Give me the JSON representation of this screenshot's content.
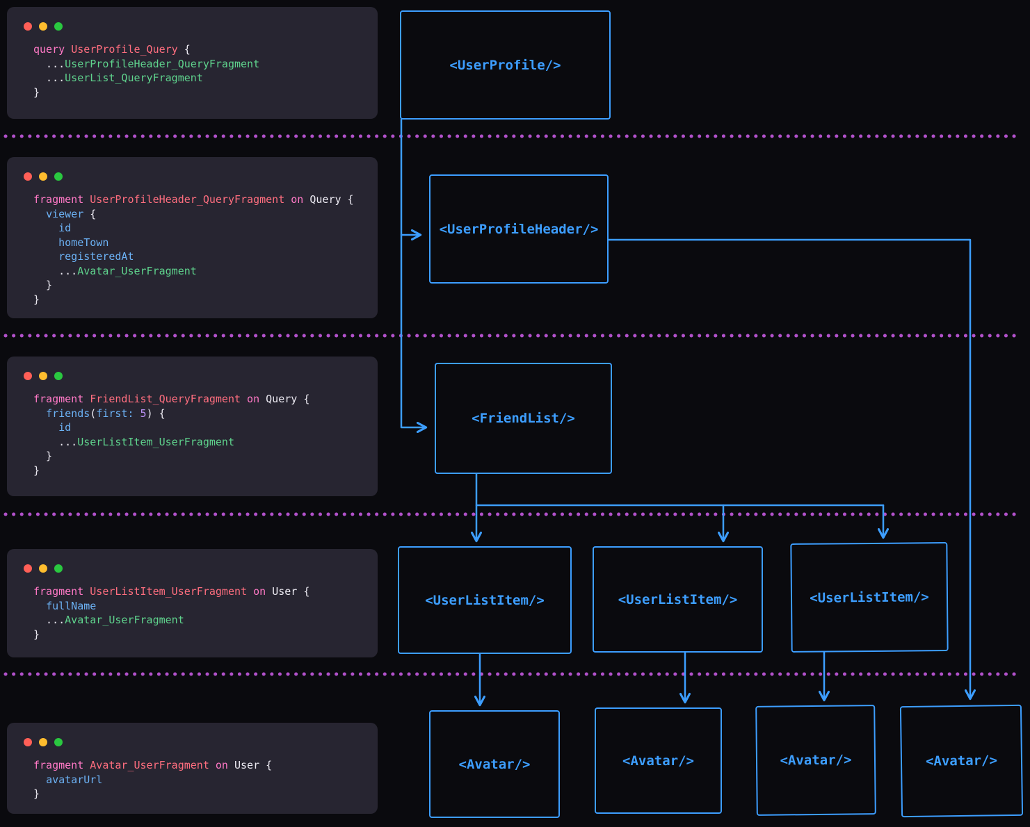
{
  "theme": {
    "background": "#0a0a0e",
    "panel_bg": "#272531",
    "panel_text": "#eceaf2",
    "accent_blue": "#3d9eff",
    "divider": "#b251cb",
    "traffic_red": "#ff5f57",
    "traffic_yellow": "#ffbd2e",
    "traffic_green": "#2ac840",
    "tok_kw": "#ff79c6",
    "tok_def": "#ff6e7f",
    "tok_spread": "#5fd38d",
    "tok_field": "#6cb2f5",
    "tok_type": "#eceaf2",
    "tok_pn": "#eceaf2",
    "tok_num": "#bd93f9"
  },
  "icons": {
    "window_controls": [
      "traffic-light-red",
      "traffic-light-yellow",
      "traffic-light-green"
    ]
  },
  "code_panels": [
    {
      "name": "UserProfile_Query",
      "lines": [
        [
          {
            "t": "query ",
            "c": "kw"
          },
          {
            "t": "UserProfile_Query",
            "c": "def"
          },
          {
            "t": " {",
            "c": "pn"
          }
        ],
        [
          {
            "t": "  ...",
            "c": "pn"
          },
          {
            "t": "UserProfileHeader_QueryFragment",
            "c": "spread"
          }
        ],
        [
          {
            "t": "  ...",
            "c": "pn"
          },
          {
            "t": "UserList_QueryFragment",
            "c": "spread"
          }
        ],
        [
          {
            "t": "}",
            "c": "pn"
          }
        ]
      ]
    },
    {
      "name": "UserProfileHeader_QueryFragment",
      "lines": [
        [
          {
            "t": "fragment ",
            "c": "kw"
          },
          {
            "t": "UserProfileHeader_QueryFragment",
            "c": "def"
          },
          {
            "t": " on ",
            "c": "kw"
          },
          {
            "t": "Query",
            "c": "type"
          },
          {
            "t": " {",
            "c": "pn"
          }
        ],
        [
          {
            "t": "  ",
            "c": "pn"
          },
          {
            "t": "viewer",
            "c": "field"
          },
          {
            "t": " {",
            "c": "pn"
          }
        ],
        [
          {
            "t": "    ",
            "c": "pn"
          },
          {
            "t": "id",
            "c": "field"
          }
        ],
        [
          {
            "t": "    ",
            "c": "pn"
          },
          {
            "t": "homeTown",
            "c": "field"
          }
        ],
        [
          {
            "t": "    ",
            "c": "pn"
          },
          {
            "t": "registeredAt",
            "c": "field"
          }
        ],
        [
          {
            "t": "    ...",
            "c": "pn"
          },
          {
            "t": "Avatar_UserFragment",
            "c": "spread"
          }
        ],
        [
          {
            "t": "  }",
            "c": "pn"
          }
        ],
        [
          {
            "t": "}",
            "c": "pn"
          }
        ]
      ]
    },
    {
      "name": "FriendList_QueryFragment",
      "lines": [
        [
          {
            "t": "fragment ",
            "c": "kw"
          },
          {
            "t": "FriendList_QueryFragment",
            "c": "def"
          },
          {
            "t": " on ",
            "c": "kw"
          },
          {
            "t": "Query",
            "c": "type"
          },
          {
            "t": " {",
            "c": "pn"
          }
        ],
        [
          {
            "t": "  ",
            "c": "pn"
          },
          {
            "t": "friends",
            "c": "field"
          },
          {
            "t": "(",
            "c": "pn"
          },
          {
            "t": "first:",
            "c": "field"
          },
          {
            "t": " ",
            "c": "pn"
          },
          {
            "t": "5",
            "c": "num"
          },
          {
            "t": ") {",
            "c": "pn"
          }
        ],
        [
          {
            "t": "    ",
            "c": "pn"
          },
          {
            "t": "id",
            "c": "field"
          }
        ],
        [
          {
            "t": "    ...",
            "c": "pn"
          },
          {
            "t": "UserListItem_UserFragment",
            "c": "spread"
          }
        ],
        [
          {
            "t": "  }",
            "c": "pn"
          }
        ],
        [
          {
            "t": "}",
            "c": "pn"
          }
        ]
      ]
    },
    {
      "name": "UserListItem_UserFragment",
      "lines": [
        [
          {
            "t": "fragment ",
            "c": "kw"
          },
          {
            "t": "UserListItem_UserFragment",
            "c": "def"
          },
          {
            "t": " on ",
            "c": "kw"
          },
          {
            "t": "User",
            "c": "type"
          },
          {
            "t": " {",
            "c": "pn"
          }
        ],
        [
          {
            "t": "  ",
            "c": "pn"
          },
          {
            "t": "fullName",
            "c": "field"
          }
        ],
        [
          {
            "t": "  ...",
            "c": "pn"
          },
          {
            "t": "Avatar_UserFragment",
            "c": "spread"
          }
        ],
        [
          {
            "t": "}",
            "c": "pn"
          }
        ]
      ]
    },
    {
      "name": "Avatar_UserFragment",
      "lines": [
        [
          {
            "t": "fragment ",
            "c": "kw"
          },
          {
            "t": "Avatar_UserFragment",
            "c": "def"
          },
          {
            "t": " on ",
            "c": "kw"
          },
          {
            "t": "User",
            "c": "type"
          },
          {
            "t": " {",
            "c": "pn"
          }
        ],
        [
          {
            "t": "  ",
            "c": "pn"
          },
          {
            "t": "avatarUrl",
            "c": "field"
          }
        ],
        [
          {
            "t": "}",
            "c": "pn"
          }
        ]
      ]
    }
  ],
  "components": [
    {
      "id": "user-profile",
      "label": "<UserProfile/>"
    },
    {
      "id": "user-profile-header",
      "label": "<UserProfileHeader/>"
    },
    {
      "id": "friend-list",
      "label": "<FriendList/>"
    },
    {
      "id": "user-list-item-1",
      "label": "<UserListItem/>"
    },
    {
      "id": "user-list-item-2",
      "label": "<UserListItem/>"
    },
    {
      "id": "user-list-item-3",
      "label": "<UserListItem/>"
    },
    {
      "id": "avatar-1",
      "label": "<Avatar/>"
    },
    {
      "id": "avatar-2",
      "label": "<Avatar/>"
    },
    {
      "id": "avatar-3",
      "label": "<Avatar/>"
    },
    {
      "id": "avatar-4",
      "label": "<Avatar/>"
    }
  ]
}
